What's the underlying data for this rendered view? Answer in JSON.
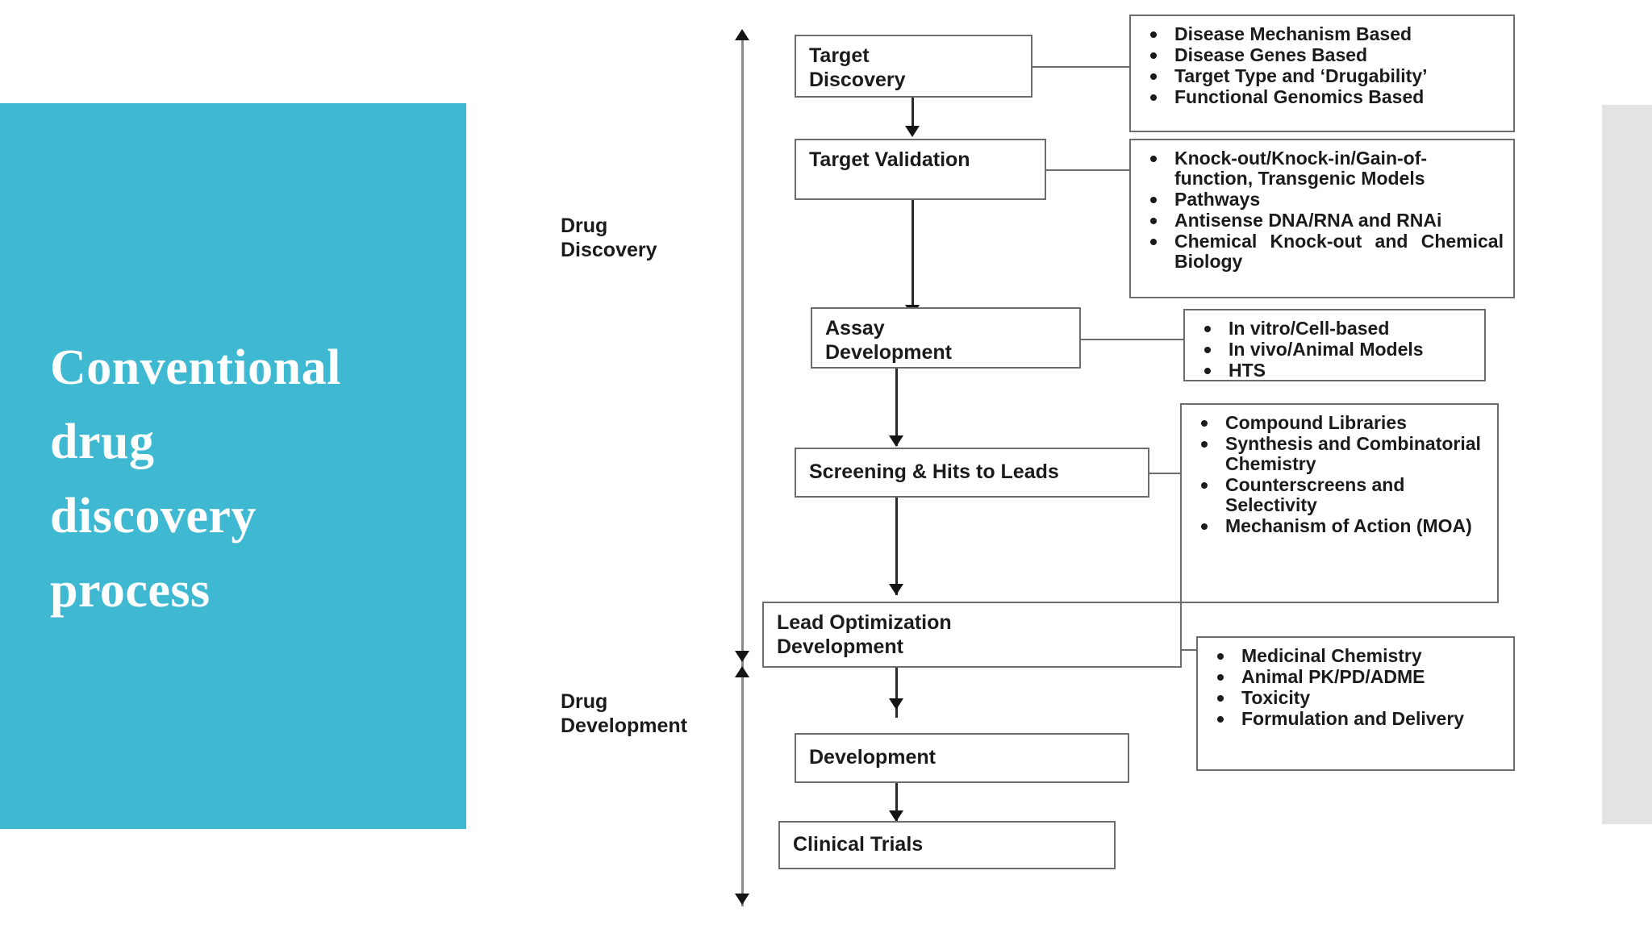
{
  "slide": {
    "title_line1": "Conventional",
    "title_line2": "drug",
    "title_line3": "discovery",
    "title_line4": "process",
    "title_full": "Conventional drug discovery process",
    "accent_color": "#3fb8d2",
    "panel_color": "#e3e3e5",
    "text_color": "#ffffff"
  },
  "figure": {
    "phase_labels": {
      "discovery": "Drug\nDiscovery",
      "development": "Drug\nDevelopment"
    },
    "stages": [
      {
        "id": "target-discovery",
        "label": "Target\nDiscovery"
      },
      {
        "id": "target-validation",
        "label": "Target Validation"
      },
      {
        "id": "assay-development",
        "label": "Assay\nDevelopment"
      },
      {
        "id": "screening-hits-to-leads",
        "label": "Screening & Hits to Leads"
      },
      {
        "id": "lead-optimization",
        "label": "Lead Optimization\nDevelopment"
      },
      {
        "id": "development",
        "label": "Development"
      },
      {
        "id": "clinical-trials",
        "label": "Clinical Trials"
      }
    ],
    "details": [
      {
        "id": "target-discovery-details",
        "items": [
          "Disease Mechanism Based",
          "Disease Genes Based",
          "Target Type and ‘Drugability’",
          "Functional Genomics Based"
        ]
      },
      {
        "id": "target-validation-details",
        "items": [
          "Knock-out/Knock-in/Gain-of-function, Transgenic Models",
          "Pathways",
          "Antisense DNA/RNA and RNAi",
          "Chemical Knock-out and Chemical Biology"
        ]
      },
      {
        "id": "assay-development-details",
        "items": [
          "In vitro/Cell-based",
          "In vivo/Animal Models",
          "HTS"
        ]
      },
      {
        "id": "screening-details",
        "items": [
          "Compound Libraries",
          "Synthesis and Combinatorial Chemistry",
          "Counterscreens and Selectivity",
          "Mechanism of Action (MOA)"
        ]
      },
      {
        "id": "lead-optimization-details",
        "items": [
          "Medicinal Chemistry",
          "Animal PK/PD/ADME",
          "Toxicity",
          "Formulation and Delivery"
        ]
      }
    ]
  }
}
